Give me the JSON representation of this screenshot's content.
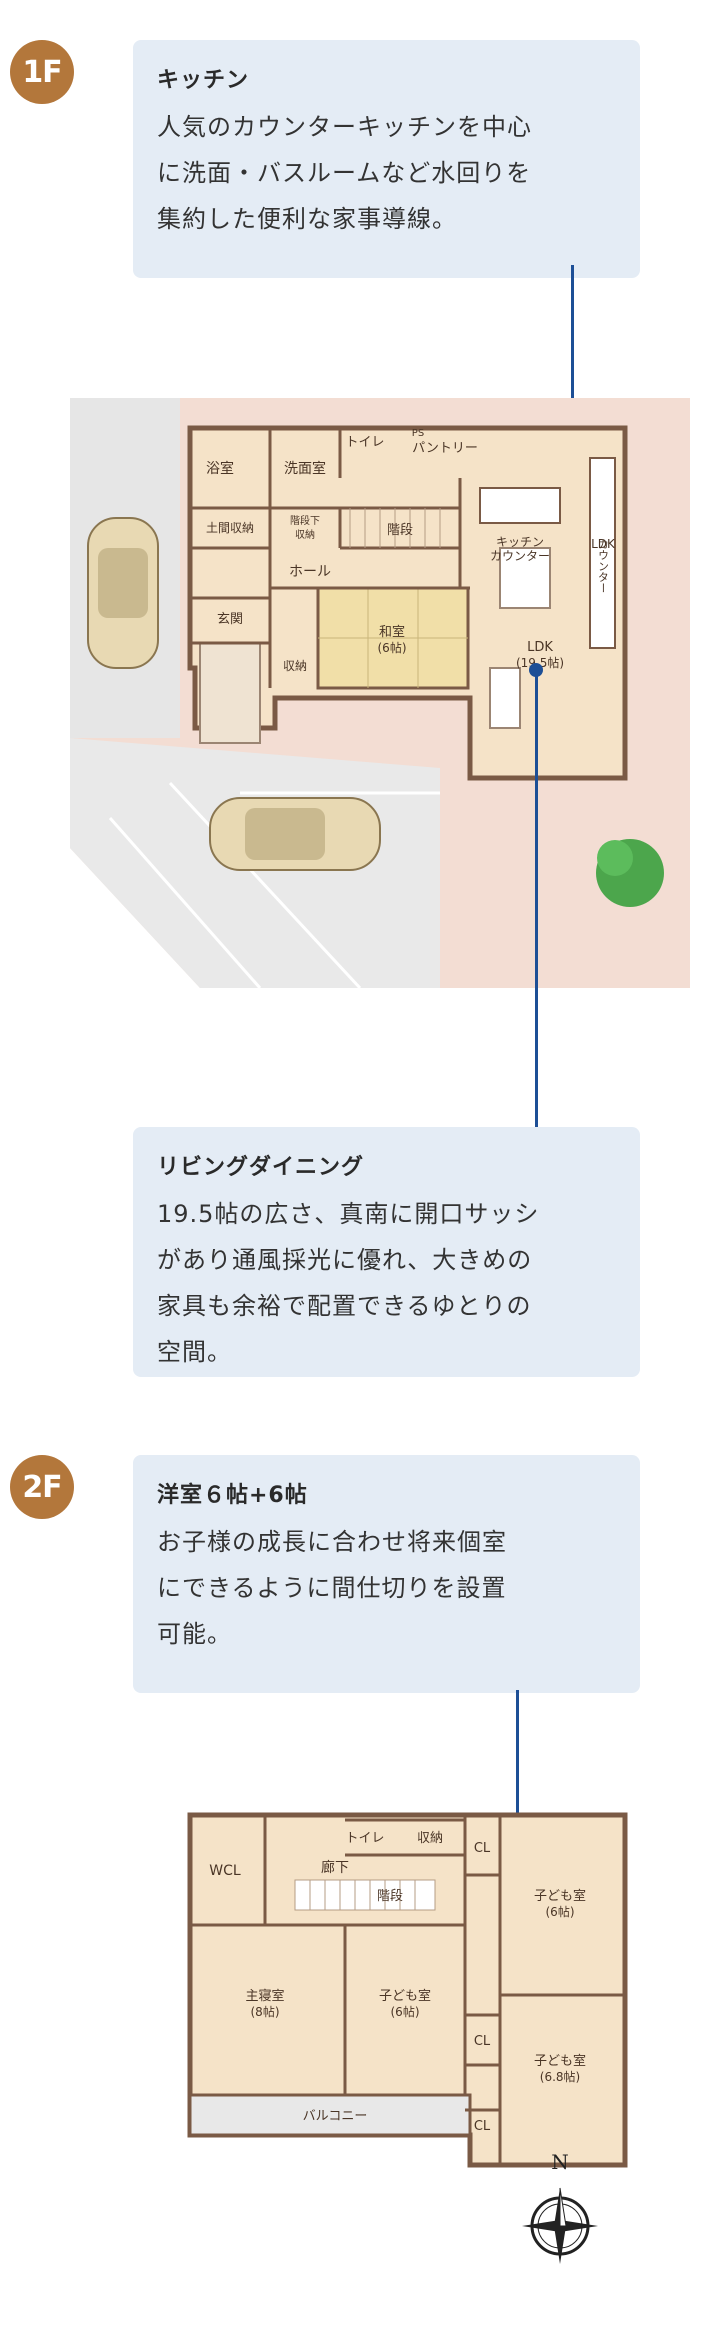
{
  "floor1": {
    "badge": "1F",
    "kitchen_card": {
      "title": "キッチン",
      "text": "人気のカウンターキッチンを中心\nに洗面・バスルームなど水回りを\n集約した便利な家事導線。"
    },
    "living_card": {
      "title": "リビングダイニング",
      "text": "19.5帖の広さ、真南に開口サッシ\nがあり通風採光に優れ、大きめの\n家具も余裕で配置できるゆとりの\n空間。"
    },
    "rooms": {
      "bath": "浴室",
      "washroom": "洗面室",
      "toilet": "トイレ",
      "ps": "PS",
      "pantry": "パントリー",
      "doma_storage": "土間収納",
      "under_stairs_storage_1": "階段下",
      "under_stairs_storage_2": "収納",
      "stairs": "階段",
      "kitchen_counter_1": "キッチン",
      "kitchen_counter_2": "カウンター",
      "ldk_counter_1": "LDK",
      "ldk_counter_2": "カウンター",
      "entrance": "玄関",
      "hall": "ホール",
      "japanese_room_1": "和室",
      "japanese_room_2": "(6帖)",
      "storage": "収納",
      "ldk_1": "LDK",
      "ldk_2": "(19.5帖)"
    }
  },
  "floor2": {
    "badge": "2F",
    "room_card": {
      "title": "洋室６帖+6帖",
      "text": "お子様の成長に合わせ将来個室\nにできるように間仕切りを設置\n可能。"
    },
    "rooms": {
      "wcl": "WCL",
      "toilet": "トイレ",
      "storage": "収納",
      "corridor": "廊下",
      "stairs": "階段",
      "cl_1": "CL",
      "cl_2": "CL",
      "cl_3": "CL",
      "kids_room_a_1": "子ども室",
      "kids_room_a_2": "(6帖)",
      "kids_room_b_1": "子ども室",
      "kids_room_b_2": "(6帖)",
      "kids_room_c_1": "子ども室",
      "kids_room_c_2": "(6.8帖)",
      "master_bedroom_1": "主寝室",
      "master_bedroom_2": "(8帖)",
      "balcony": "バルコニー"
    }
  },
  "compass": {
    "north_label": "N"
  },
  "colors": {
    "badge": "#b3773b",
    "card_bg": "#e4ecf5",
    "leader_line": "#1d4f96",
    "floor_wood": "#f5e3c8",
    "wall": "#7a5a45",
    "site": "#f3ddd3",
    "road": "#e6e6e6"
  }
}
